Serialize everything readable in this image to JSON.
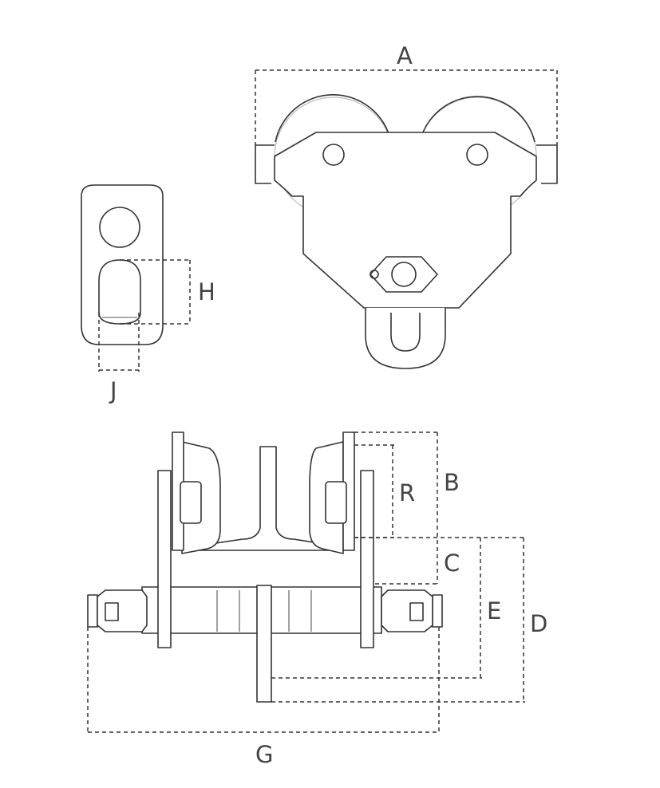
{
  "diagram": {
    "title": "",
    "labels": {
      "A": "A",
      "B": "B",
      "C": "C",
      "D": "D",
      "E": "E",
      "G": "G",
      "H": "H",
      "J": "J",
      "R": "R"
    },
    "colors": {
      "line": "#333333",
      "label": "#444444",
      "background": "#ffffff"
    }
  }
}
